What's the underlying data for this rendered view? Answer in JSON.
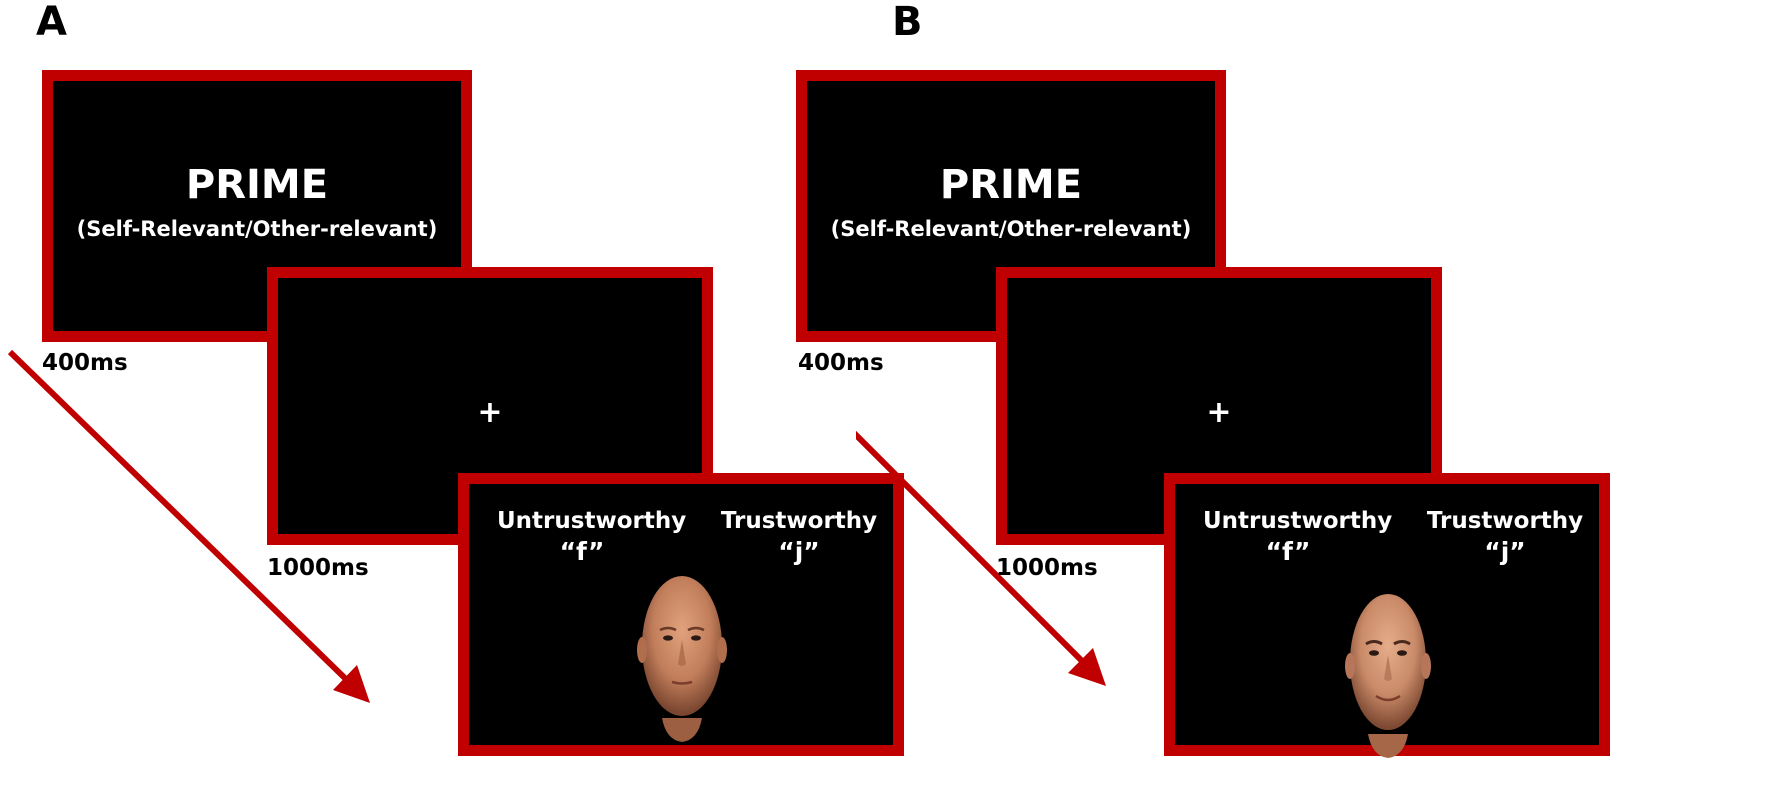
{
  "panels": [
    {
      "label": "A",
      "prime_title": "PRIME",
      "prime_subtitle": "(Self-Relevant/Other-relevant)",
      "prime_duration": "400ms",
      "fixation_symbol": "+",
      "fixation_duration": "1000ms",
      "left_response_label": "Untrustworthy",
      "left_response_key": "“f”",
      "right_response_label": "Trustworthy",
      "right_response_key": "“j”"
    },
    {
      "label": "B",
      "prime_title": "PRIME",
      "prime_subtitle": "(Self-Relevant/Other-relevant)",
      "prime_duration": "400ms",
      "fixation_symbol": "+",
      "fixation_duration": "1000ms",
      "left_response_label": "Untrustworthy",
      "left_response_key": "“f”",
      "right_response_label": "Trustworthy",
      "right_response_key": "“j”"
    }
  ],
  "colors": {
    "frame_border": "#c00000",
    "screen_background": "#000000",
    "arrow": "#c00000",
    "face_skin": "#c98a68"
  },
  "icons": {
    "face": "face-stimulus-icon",
    "timeline": "timeline-arrow-icon"
  }
}
